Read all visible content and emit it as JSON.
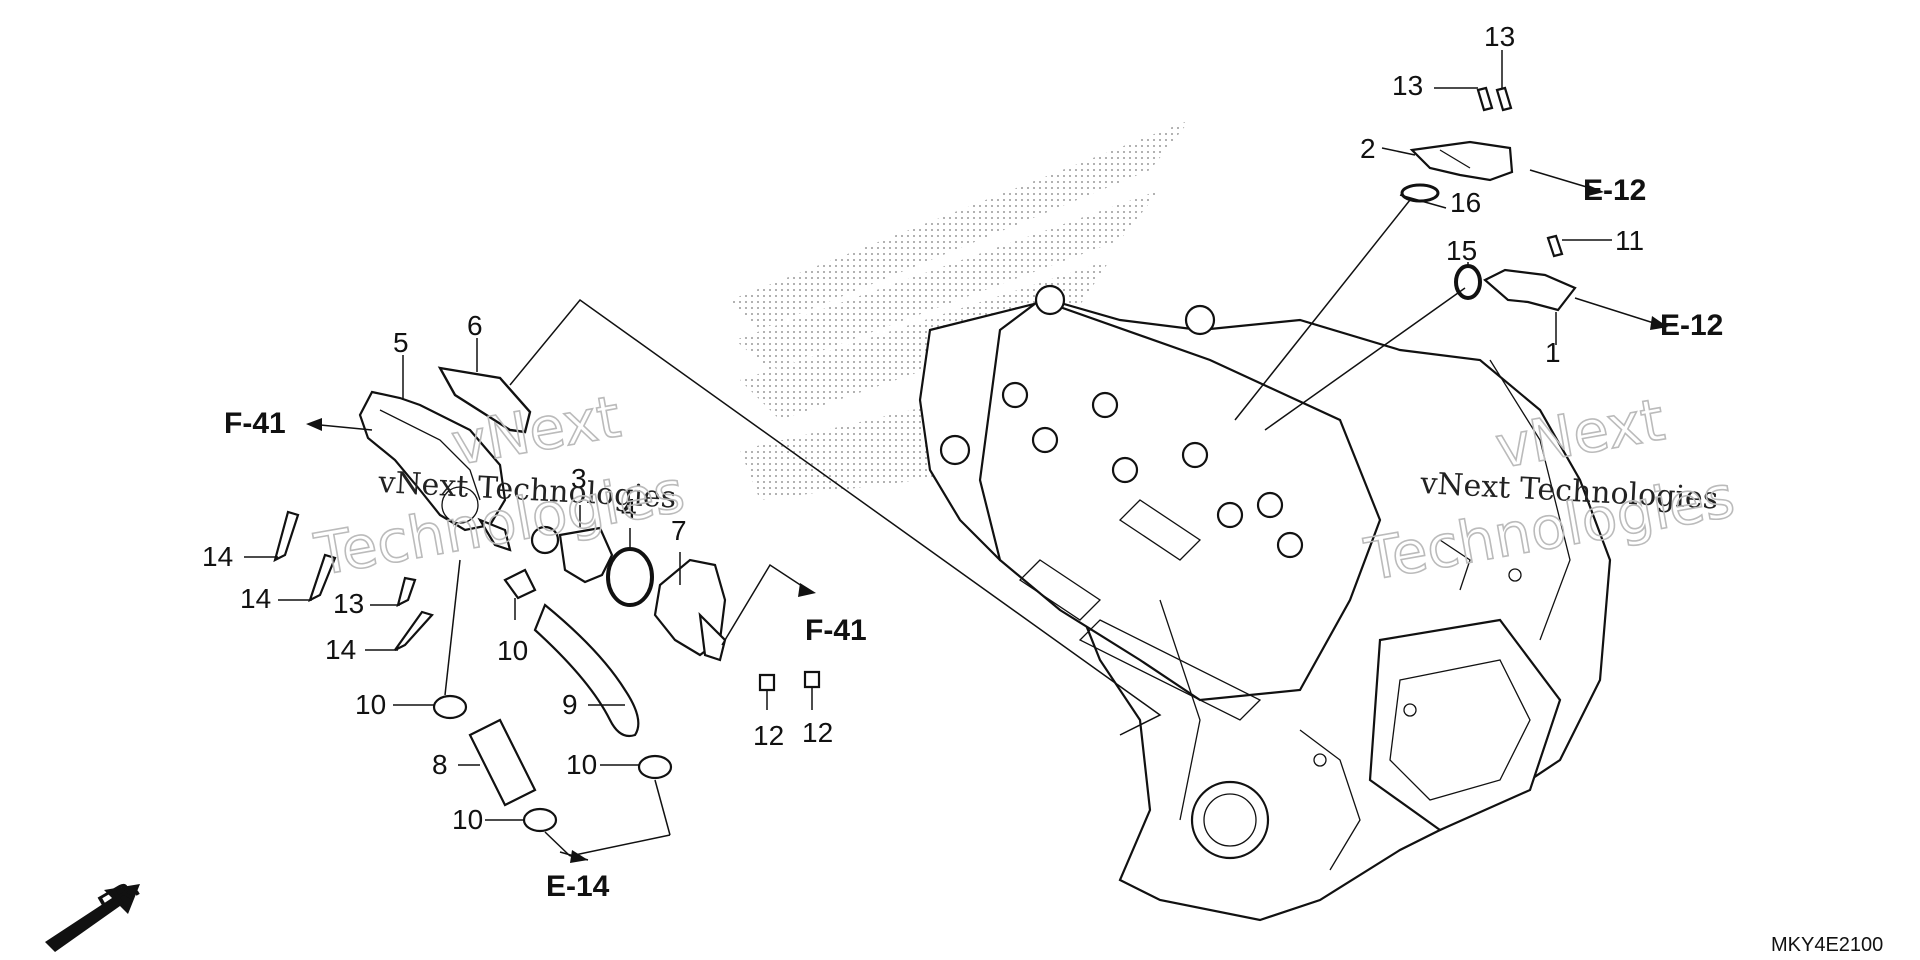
{
  "diagram": {
    "drawing_code": "MKY4E2100",
    "front_marker": "FR.",
    "callouts": [
      {
        "id": "c13a",
        "label": "13"
      },
      {
        "id": "c13b",
        "label": "13"
      },
      {
        "id": "c2",
        "label": "2"
      },
      {
        "id": "c16",
        "label": "16"
      },
      {
        "id": "c11",
        "label": "11"
      },
      {
        "id": "c15",
        "label": "15"
      },
      {
        "id": "c1",
        "label": "1"
      },
      {
        "id": "c5",
        "label": "5"
      },
      {
        "id": "c6",
        "label": "6"
      },
      {
        "id": "c3",
        "label": "3"
      },
      {
        "id": "c4",
        "label": "4"
      },
      {
        "id": "c7",
        "label": "7"
      },
      {
        "id": "c14a",
        "label": "14"
      },
      {
        "id": "c14b",
        "label": "14"
      },
      {
        "id": "c13c",
        "label": "13"
      },
      {
        "id": "c14c",
        "label": "14"
      },
      {
        "id": "c10a",
        "label": "10"
      },
      {
        "id": "c10b",
        "label": "10"
      },
      {
        "id": "c9",
        "label": "9"
      },
      {
        "id": "c8",
        "label": "8"
      },
      {
        "id": "c10c",
        "label": "10"
      },
      {
        "id": "c10d",
        "label": "10"
      },
      {
        "id": "c12a",
        "label": "12"
      },
      {
        "id": "c12b",
        "label": "12"
      }
    ],
    "references": [
      {
        "id": "e12a",
        "label": "E-12"
      },
      {
        "id": "e12b",
        "label": "E-12"
      },
      {
        "id": "f41a",
        "label": "F-41"
      },
      {
        "id": "f41b",
        "label": "F-41"
      },
      {
        "id": "e14",
        "label": "E-14"
      }
    ],
    "watermarks": [
      {
        "brand": "vNext",
        "line": "vNext Technologies",
        "word": "Technologies"
      },
      {
        "brand": "vNext",
        "line": "vNext Technologies",
        "word": "Technologies"
      }
    ]
  }
}
